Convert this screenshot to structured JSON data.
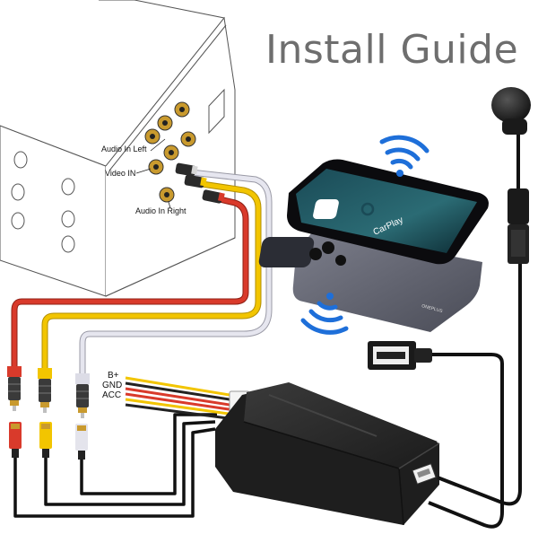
{
  "title": "Install Guide",
  "head_unit_labels": {
    "audio_in_left": "Audio In Left",
    "video_in": "Video IN",
    "audio_in_right": "Audio In Right"
  },
  "power_wires": {
    "bplus": "B+",
    "gnd": "GND",
    "acc": "ACC"
  },
  "phone": {
    "carplay_label": "CarPlay",
    "brand_label": "ONEPLUS"
  },
  "colors": {
    "audio_right_cable": "#d93a2b",
    "audio_left_cable": "#f2c500",
    "video_cable": "#d9d9e3",
    "wifi_signal": "#1e6fd9",
    "module_body": "#2a2a2a",
    "title_text": "#6e6e6e"
  }
}
